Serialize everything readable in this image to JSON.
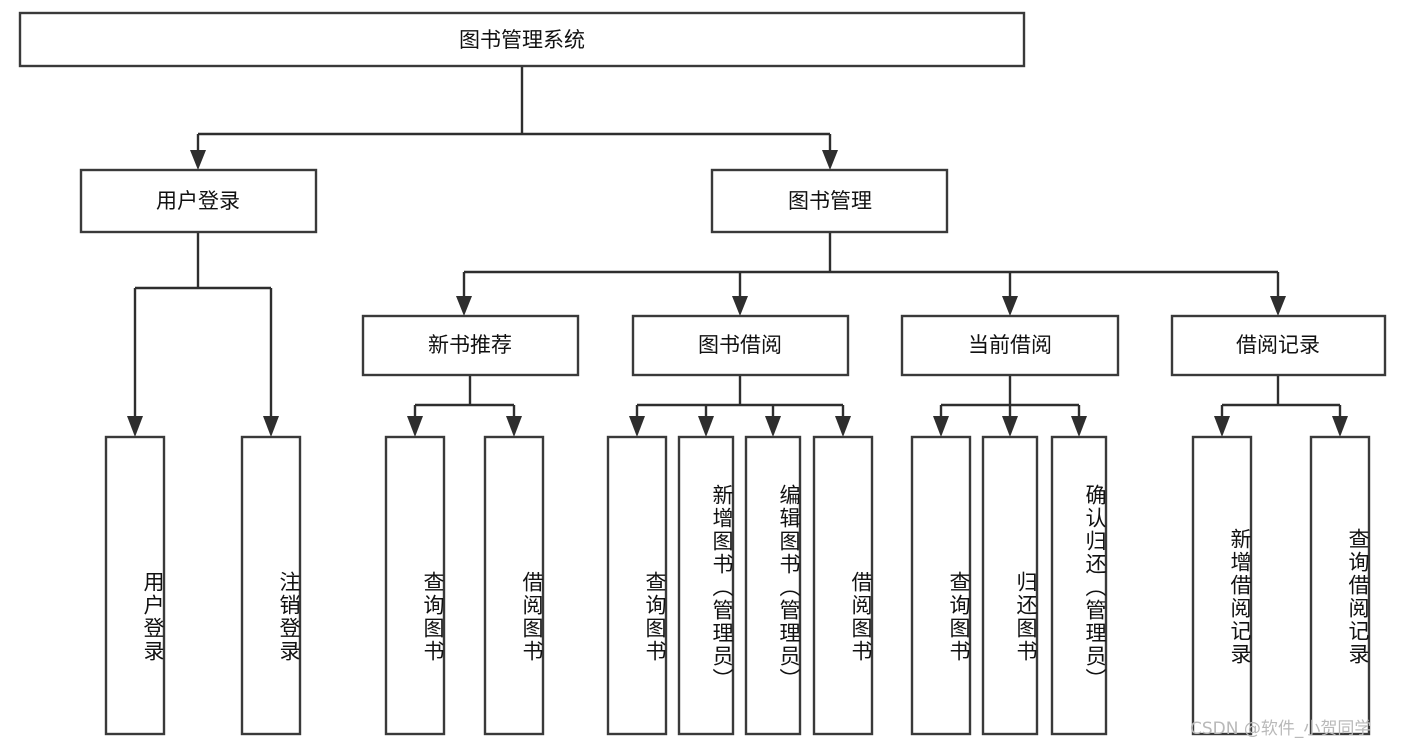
{
  "diagram": {
    "title": "图书管理系统",
    "watermark": "CSDN @软件_小贺同学",
    "colors": {
      "background": "#ffffff",
      "node_fill": "#ffffff",
      "node_stroke": "#3a3a3a",
      "edge_stroke": "#2e2e2e",
      "text": "#111111",
      "watermark": "#b9b9b9"
    },
    "root": {
      "label": "图书管理系统"
    },
    "level2": [
      {
        "label": "用户登录"
      },
      {
        "label": "图书管理"
      }
    ],
    "level3": [
      {
        "label": "新书推荐"
      },
      {
        "label": "图书借阅"
      },
      {
        "label": "当前借阅"
      },
      {
        "label": "借阅记录"
      }
    ],
    "leaves": {
      "user_login": [
        {
          "label": "用户登录"
        },
        {
          "label": "注销登录"
        }
      ],
      "new_book_recommend": [
        {
          "label": "查询图书"
        },
        {
          "label": "借阅图书"
        }
      ],
      "book_borrow": [
        {
          "label": "查询图书"
        },
        {
          "label": "新增图书（管理员）"
        },
        {
          "label": "编辑图书（管理员）"
        },
        {
          "label": "借阅图书"
        }
      ],
      "current_borrow": [
        {
          "label": "查询图书"
        },
        {
          "label": "归还图书"
        },
        {
          "label": "确认归还（管理员）"
        }
      ],
      "borrow_records": [
        {
          "label": "新增借阅记录"
        },
        {
          "label": "查询借阅记录"
        }
      ]
    }
  },
  "chart_data": {
    "type": "diagram",
    "subtype": "tree-hierarchy",
    "title": "图书管理系统",
    "orientation": "top-down",
    "nodes": [
      {
        "id": "root",
        "label": "图书管理系统",
        "level": 0
      },
      {
        "id": "user-login",
        "label": "用户登录",
        "level": 1
      },
      {
        "id": "book-mgmt",
        "label": "图书管理",
        "level": 1
      },
      {
        "id": "new-book",
        "label": "新书推荐",
        "level": 2
      },
      {
        "id": "book-borrow",
        "label": "图书借阅",
        "level": 2
      },
      {
        "id": "current-borrow",
        "label": "当前借阅",
        "level": 2
      },
      {
        "id": "borrow-record",
        "label": "借阅记录",
        "level": 2
      },
      {
        "id": "leaf-user-login",
        "label": "用户登录",
        "level": 2
      },
      {
        "id": "leaf-logout",
        "label": "注销登录",
        "level": 2
      },
      {
        "id": "leaf-nb-query",
        "label": "查询图书",
        "level": 3
      },
      {
        "id": "leaf-nb-borrow",
        "label": "借阅图书",
        "level": 3
      },
      {
        "id": "leaf-bb-query",
        "label": "查询图书",
        "level": 3
      },
      {
        "id": "leaf-bb-add",
        "label": "新增图书（管理员）",
        "level": 3
      },
      {
        "id": "leaf-bb-edit",
        "label": "编辑图书（管理员）",
        "level": 3
      },
      {
        "id": "leaf-bb-borrow",
        "label": "借阅图书",
        "level": 3
      },
      {
        "id": "leaf-cb-query",
        "label": "查询图书",
        "level": 3
      },
      {
        "id": "leaf-cb-return",
        "label": "归还图书",
        "level": 3
      },
      {
        "id": "leaf-cb-confirm",
        "label": "确认归还（管理员）",
        "level": 3
      },
      {
        "id": "leaf-br-add",
        "label": "新增借阅记录",
        "level": 3
      },
      {
        "id": "leaf-br-query",
        "label": "查询借阅记录",
        "level": 3
      }
    ],
    "edges": [
      {
        "from": "root",
        "to": "user-login"
      },
      {
        "from": "root",
        "to": "book-mgmt"
      },
      {
        "from": "user-login",
        "to": "leaf-user-login"
      },
      {
        "from": "user-login",
        "to": "leaf-logout"
      },
      {
        "from": "book-mgmt",
        "to": "new-book"
      },
      {
        "from": "book-mgmt",
        "to": "book-borrow"
      },
      {
        "from": "book-mgmt",
        "to": "current-borrow"
      },
      {
        "from": "book-mgmt",
        "to": "borrow-record"
      },
      {
        "from": "new-book",
        "to": "leaf-nb-query"
      },
      {
        "from": "new-book",
        "to": "leaf-nb-borrow"
      },
      {
        "from": "book-borrow",
        "to": "leaf-bb-query"
      },
      {
        "from": "book-borrow",
        "to": "leaf-bb-add"
      },
      {
        "from": "book-borrow",
        "to": "leaf-bb-edit"
      },
      {
        "from": "book-borrow",
        "to": "leaf-bb-borrow"
      },
      {
        "from": "current-borrow",
        "to": "leaf-cb-query"
      },
      {
        "from": "current-borrow",
        "to": "leaf-cb-return"
      },
      {
        "from": "current-borrow",
        "to": "leaf-cb-confirm"
      },
      {
        "from": "borrow-record",
        "to": "leaf-br-add"
      },
      {
        "from": "borrow-record",
        "to": "leaf-br-query"
      }
    ]
  }
}
